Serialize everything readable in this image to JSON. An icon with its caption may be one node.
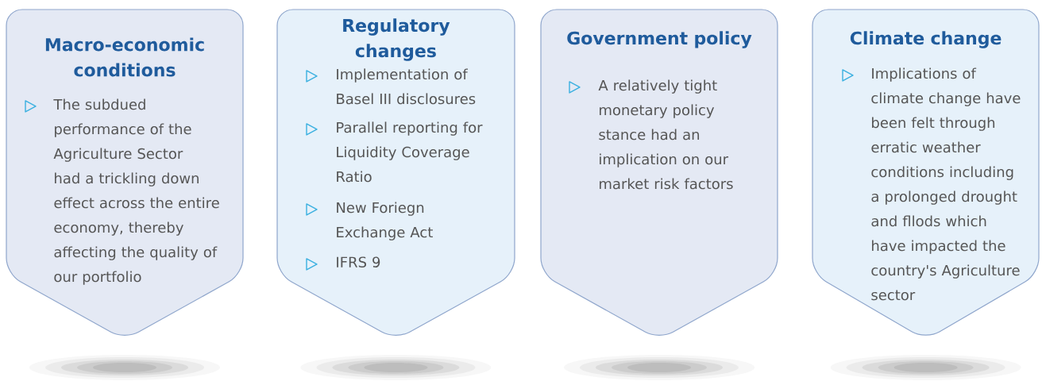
{
  "diagram": {
    "nodes": [
      {
        "text": [
          "Macro-economic conditions",
          "The subdued performance of the Agriculture Sector had a trickling down effect across the entire economy, thereby affecting the quality of our portfolio"
        ]
      },
      {
        "text": [
          "Regulatory changes",
          "Implementation of Basel III disclosures",
          "Parallel reporting for Liquidity Coverage Ratio",
          "New Foriegn Exchange Act",
          "IFRS 9"
        ]
      },
      {
        "text": [
          "Government policy",
          "A relatively tight monetary policy stance had an implication on our market risk factors"
        ]
      },
      {
        "text": [
          "Climate change",
          "Implications of climate change have been felt through erratic weather conditions including a prolonged drought and fllods which have impacted the country's Agriculture sector"
        ]
      }
    ]
  }
}
